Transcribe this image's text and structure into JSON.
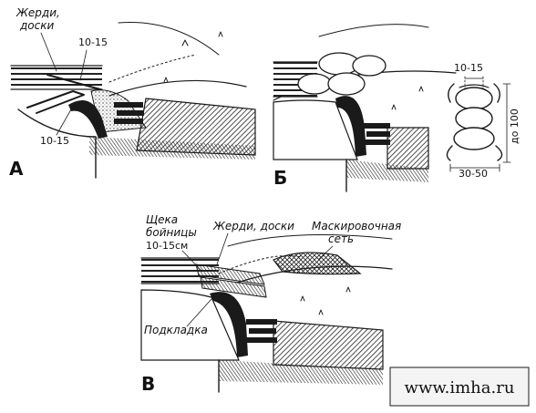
{
  "panel_a": {
    "letter": "А",
    "label_top": [
      "Жерди,",
      "доски"
    ],
    "dim_top": "10-15",
    "dim_side": "10-15"
  },
  "panel_b": {
    "letter": "Б",
    "dim_top": "10-15",
    "dim_height": "до 100",
    "dim_width": "30-50"
  },
  "panel_v": {
    "letter": "В",
    "label_cheek": [
      "Щека",
      "бойницы"
    ],
    "dim_cheek": "10-15см",
    "label_poles": "Жерди, доски",
    "label_net": [
      "Маскировочная",
      "сеть"
    ],
    "label_base": "Подкладка"
  },
  "watermark": {
    "text": "www.imha.ru"
  }
}
